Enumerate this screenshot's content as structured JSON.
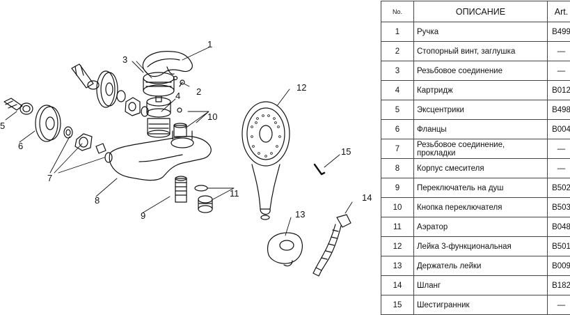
{
  "table": {
    "headers": {
      "no": "No.",
      "description": "ОПИСАНИЕ",
      "art": "Art."
    },
    "rows": [
      {
        "no": "1",
        "description": "Ручка",
        "art": "B499"
      },
      {
        "no": "2",
        "description": "Стопорный винт, заглушка",
        "art": "—"
      },
      {
        "no": "3",
        "description": "Резьбовое соединение",
        "art": "—"
      },
      {
        "no": "4",
        "description": "Картридж",
        "art": "B012"
      },
      {
        "no": "5",
        "description": "Эксцентрики",
        "art": "B498"
      },
      {
        "no": "6",
        "description": "Фланцы",
        "art": "B004"
      },
      {
        "no": "7",
        "description": "Резьбовое соединение, прокладки",
        "art": "—"
      },
      {
        "no": "8",
        "description": "Корпус смесителя",
        "art": "—"
      },
      {
        "no": "9",
        "description": "Переключатель на душ",
        "art": "B502"
      },
      {
        "no": "10",
        "description": "Кнопка переключателя",
        "art": "B503"
      },
      {
        "no": "11",
        "description": "Аэратор",
        "art": "B048"
      },
      {
        "no": "12",
        "description": "Лейка 3-функциональная",
        "art": "B501"
      },
      {
        "no": "13",
        "description": "Держатель лейки",
        "art": "B009"
      },
      {
        "no": "14",
        "description": "Шланг",
        "art": "B182"
      },
      {
        "no": "15",
        "description": "Шестигранник",
        "art": "—"
      }
    ]
  },
  "callouts": [
    "1",
    "2",
    "3",
    "4",
    "5",
    "6",
    "7",
    "8",
    "9",
    "10",
    "11",
    "12",
    "13",
    "14",
    "15"
  ]
}
